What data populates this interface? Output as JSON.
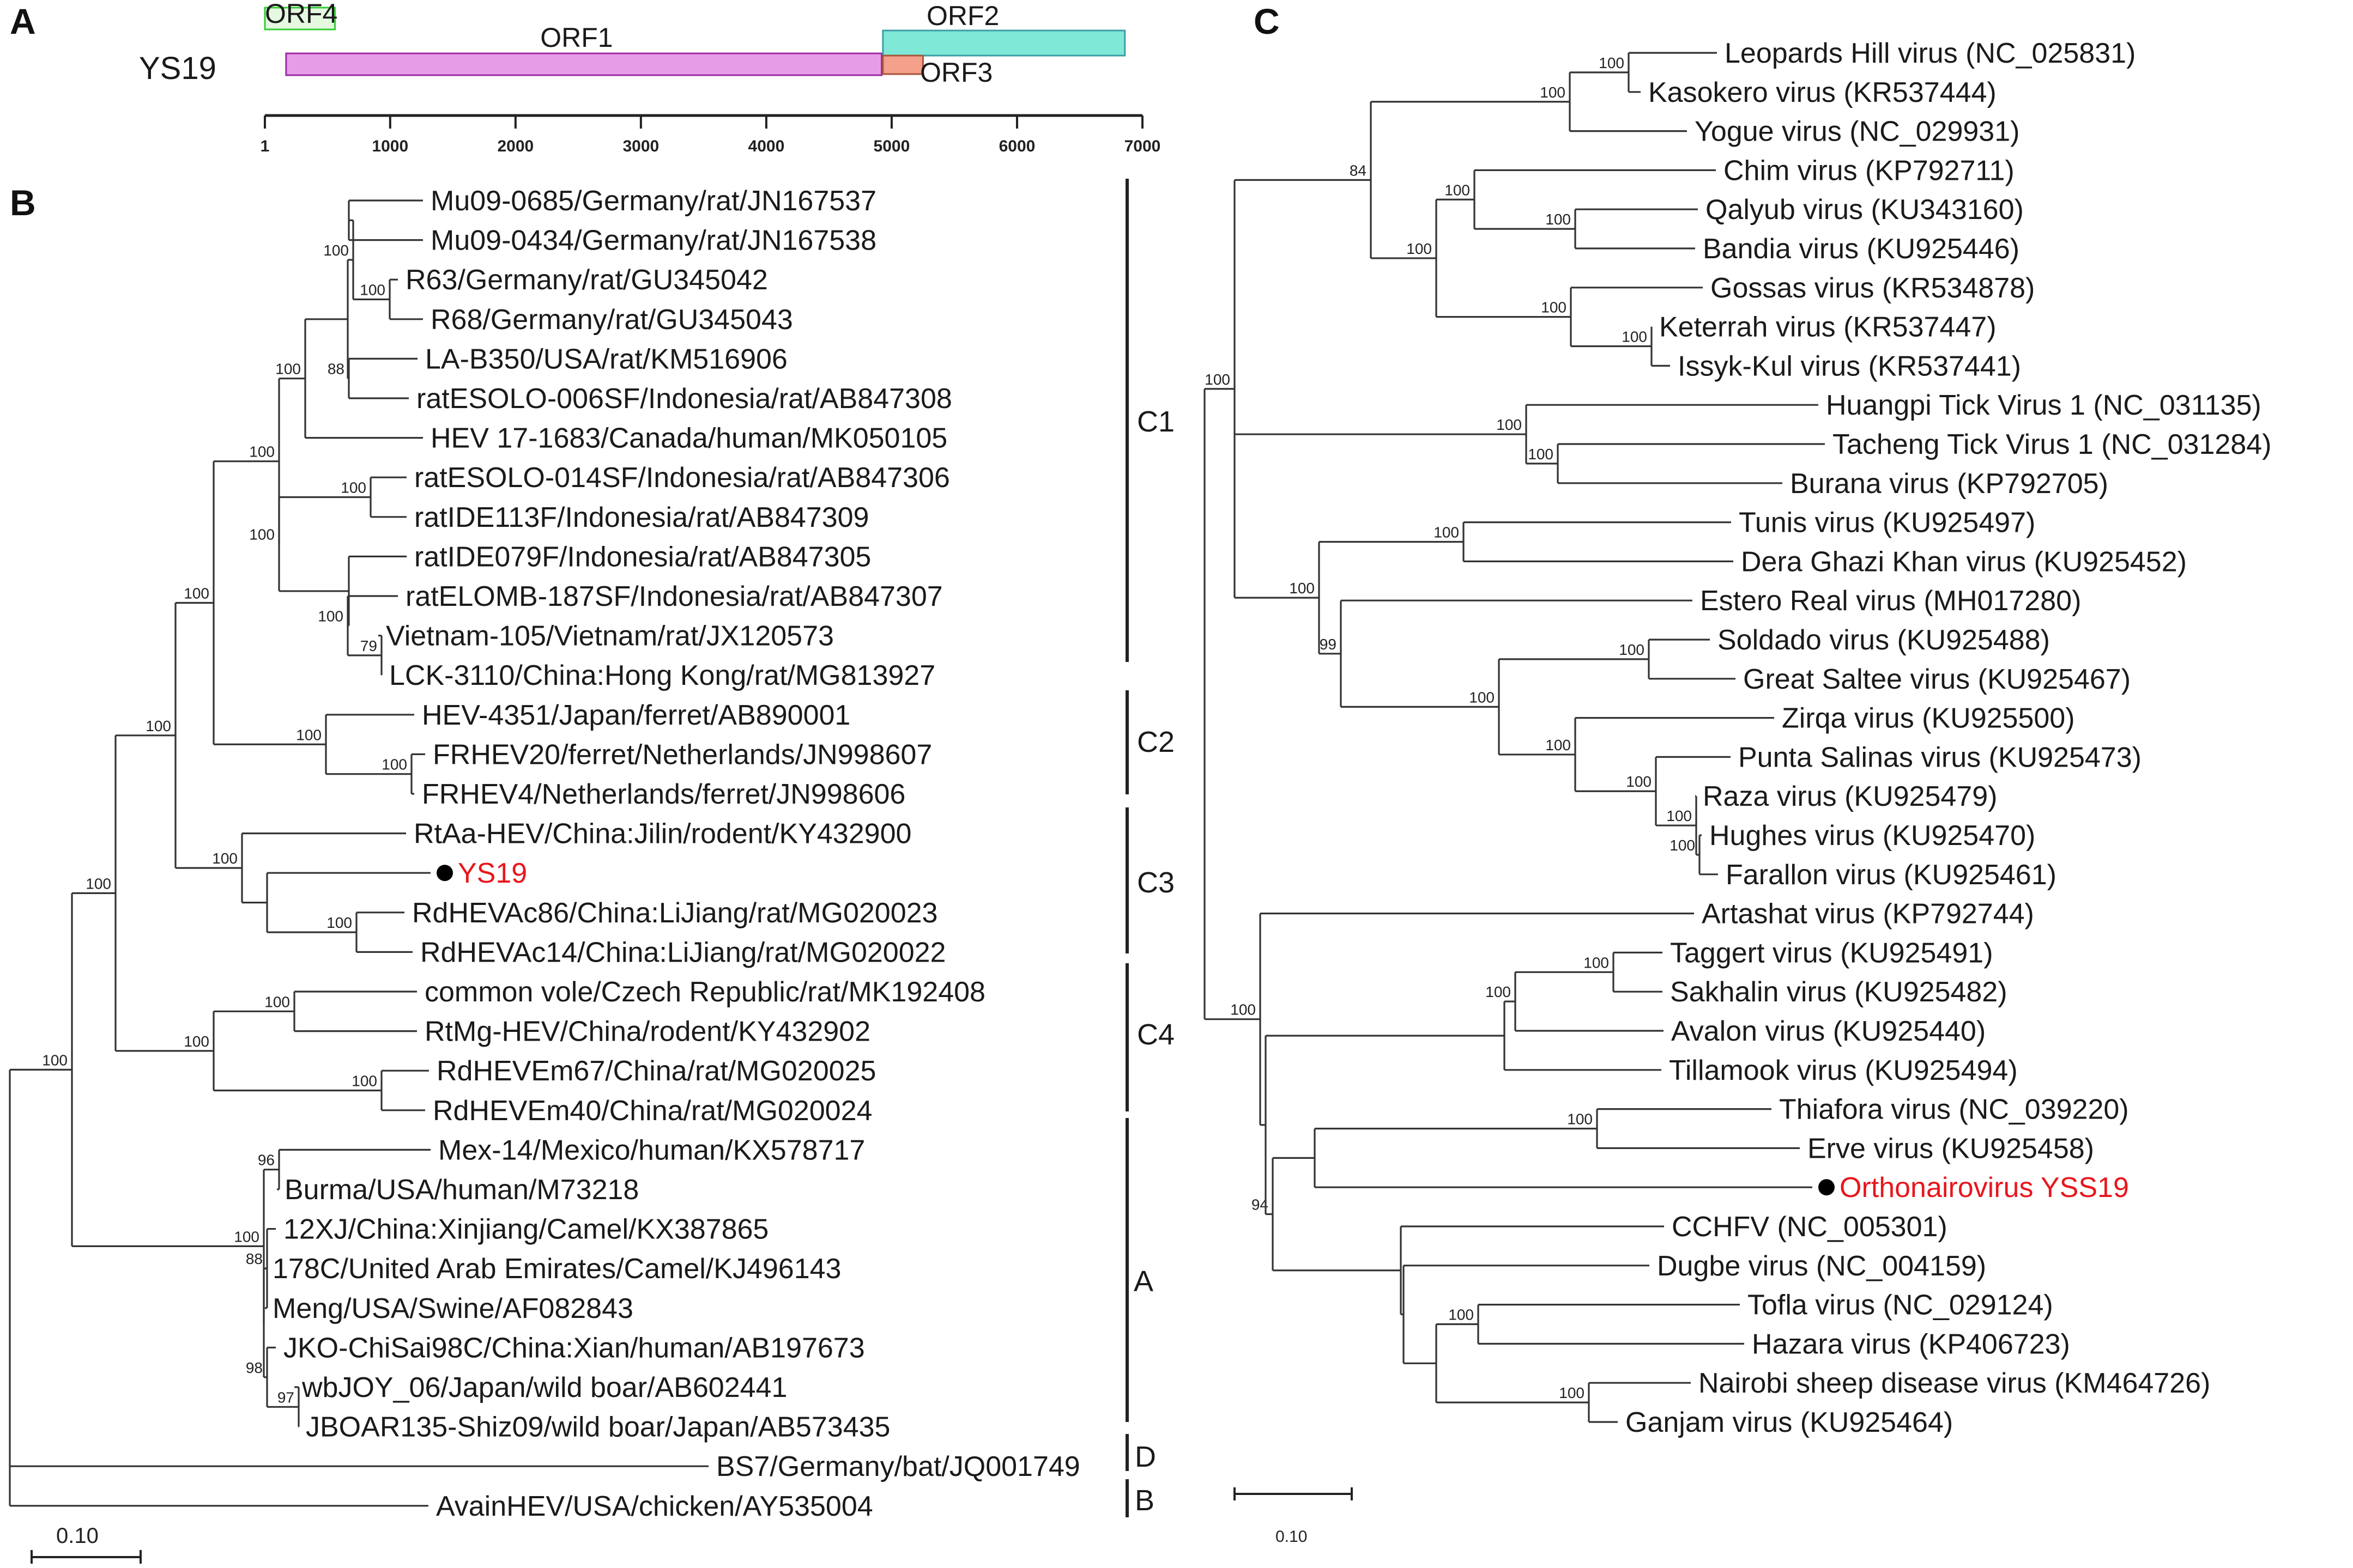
{
  "panelA": {
    "letter": "A",
    "name": "YS19",
    "orfs": [
      {
        "label": "ORF4",
        "start": 1,
        "end": 560,
        "color": "#33cc33",
        "fill": "#e4f9e0"
      },
      {
        "label": "ORF1",
        "start": 170,
        "end": 4920,
        "color": "#9b2aa0",
        "fill": "#e79ce8"
      },
      {
        "label": "ORF2",
        "start": 4930,
        "end": 6860,
        "color": "#3b9ea6",
        "fill": "#7fe8d6"
      },
      {
        "label": "ORF3",
        "start": 4930,
        "end": 5250,
        "color": "#a8553a",
        "fill": "#f4a08a"
      }
    ],
    "axis": {
      "min": 1,
      "max": 7000,
      "ticks": [
        "1",
        "1000",
        "2000",
        "3000",
        "4000",
        "5000",
        "6000",
        "7000"
      ]
    }
  },
  "panelB": {
    "letter": "B",
    "scale_label": "0.10",
    "leaves": [
      "Mu09-0685/Germany/rat/JN167537",
      "Mu09-0434/Germany/rat/JN167538",
      "R63/Germany/rat/GU345042",
      "R68/Germany/rat/GU345043",
      "LA-B350/USA/rat/KM516906",
      "ratESOLO-006SF/Indonesia/rat/AB847308",
      "HEV 17-1683/Canada/human/MK050105",
      "ratESOLO-014SF/Indonesia/rat/AB847306",
      "ratIDE113F/Indonesia/rat/AB847309",
      "ratIDE079F/Indonesia/rat/AB847305",
      "ratELOMB-187SF/Indonesia/rat/AB847307",
      "Vietnam-105/Vietnam/rat/JX120573",
      "LCK-3110/China:Hong Kong/rat/MG813927",
      "HEV-4351/Japan/ferret/AB890001",
      "FRHEV20/ferret/Netherlands/JN998607",
      "FRHEV4/Netherlands/ferret/JN998606",
      "RtAa-HEV/China:Jilin/rodent/KY432900",
      "YS19",
      "RdHEVAc86/China:LiJiang/rat/MG020023",
      "RdHEVAc14/China:LiJiang/rat/MG020022",
      "common vole/Czech Republic/rat/MK192408",
      "RtMg-HEV/China/rodent/KY432902",
      "RdHEVEm67/China/rat/MG020025",
      "RdHEVEm40/China/rat/MG020024",
      "Mex-14/Mexico/human/KX578717",
      "Burma/USA/human/M73218",
      "12XJ/China:Xinjiang/Camel/KX387865",
      "178C/United Arab Emirates/Camel/KJ496143",
      "Meng/USA/Swine/AF082843",
      "JKO-ChiSai98C/China:Xian/human/AB197673",
      "wbJOY_06/Japan/wild boar/AB602441",
      "JBOAR135-Shiz09/wild boar/Japan/AB573435",
      "BS7/Germany/bat/JQ001749",
      "AvainHEV/USA/chicken/AY535004"
    ],
    "highlight_index": 17,
    "clades": [
      "C1",
      "C2",
      "C3",
      "C4",
      "A",
      "D",
      "B"
    ],
    "bootstrap": [
      "100",
      "100",
      "88",
      "100",
      "100",
      "100",
      "100",
      "79",
      "100",
      "100",
      "100",
      "100",
      "100",
      "100",
      "100",
      "100",
      "100",
      "100",
      "100",
      "100",
      "96",
      "100",
      "88",
      "98",
      "97",
      "100"
    ]
  },
  "panelC": {
    "letter": "C",
    "scale_label": "0.10",
    "leaves": [
      "Leopards Hill virus (NC_025831)",
      "Kasokero virus (KR537444)",
      "Yogue virus (NC_029931)",
      "Chim virus (KP792711)",
      "Qalyub virus (KU343160)",
      "Bandia virus (KU925446)",
      "Gossas virus (KR534878)",
      "Keterrah virus (KR537447)",
      "Issyk-Kul virus (KR537441)",
      "Huangpi Tick Virus 1 (NC_031135)",
      "Tacheng Tick Virus 1 (NC_031284)",
      "Burana virus (KP792705)",
      "Tunis virus (KU925497)",
      "Dera Ghazi Khan virus  (KU925452)",
      "Estero Real virus (MH017280)",
      "Soldado virus (KU925488)",
      "Great Saltee virus (KU925467)",
      "Zirqa virus (KU925500)",
      "Punta Salinas virus (KU925473)",
      "Raza virus (KU925479)",
      "Hughes virus (KU925470)",
      "Farallon virus (KU925461)",
      "Artashat virus (KP792744)",
      "Taggert virus (KU925491)",
      "Sakhalin virus (KU925482)",
      "Avalon virus (KU925440)",
      "Tillamook virus (KU925494)",
      "Thiafora virus (NC_039220)",
      "Erve virus (KU925458)",
      "Orthonairovirus YSS19",
      "CCHFV (NC_005301)",
      "Dugbe virus (NC_004159)",
      "Tofla virus (NC_029124)",
      "Hazara virus (KP406723)",
      "Nairobi sheep disease virus (KM464726)",
      "Ganjam virus (KU925464)"
    ],
    "highlight_index": 29,
    "bootstrap": [
      "100",
      "100",
      "84",
      "100",
      "100",
      "100",
      "100",
      "100",
      "100",
      "100",
      "100",
      "100",
      "100",
      "99",
      "100",
      "100",
      "100",
      "100",
      "100",
      "100",
      "100",
      "100",
      "100",
      "94",
      "100",
      "100",
      "100"
    ]
  },
  "colors": {
    "highlight": "#e8161d",
    "branch": "#333333"
  }
}
